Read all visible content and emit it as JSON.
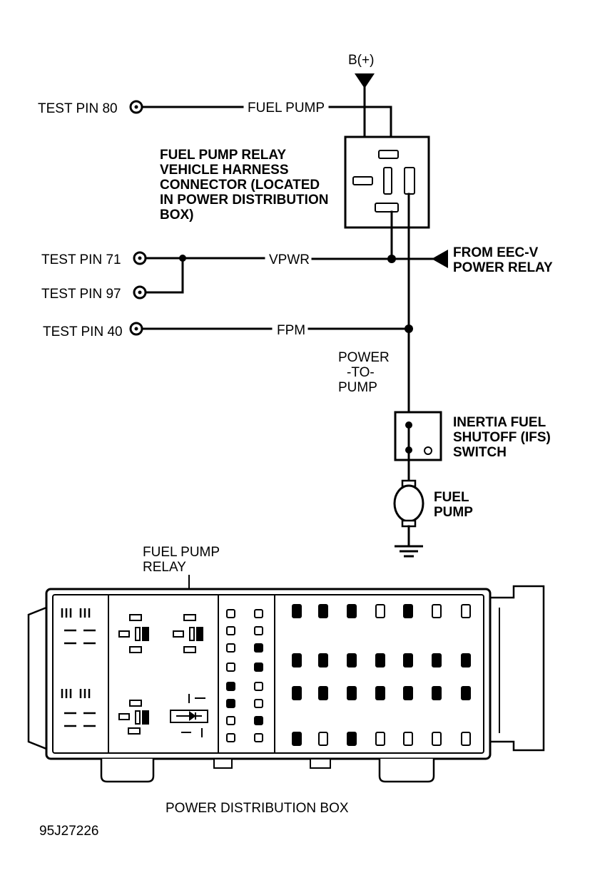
{
  "diagram": {
    "battery_label": "B(+)",
    "test_pins": {
      "pin80": "TEST PIN 80",
      "pin71": "TEST PIN 71",
      "pin97": "TEST PIN 97",
      "pin40": "TEST PIN 40"
    },
    "wires": {
      "fuel_pump": "FUEL PUMP",
      "vpwr": "VPWR",
      "fpm": "FPM",
      "power_to_pump": [
        "POWER",
        "-TO-",
        "PUMP"
      ]
    },
    "connector_label": [
      "FUEL PUMP RELAY",
      "VEHICLE HARNESS",
      "CONNECTOR (LOCATED",
      "IN POWER DISTRIBUTION",
      "BOX)"
    ],
    "eec_label": [
      "FROM EEC-V",
      "POWER RELAY"
    ],
    "ifs_label": [
      "INERTIA FUEL",
      "SHUTOFF (IFS)",
      "SWITCH"
    ],
    "pump_label": [
      "FUEL",
      "PUMP"
    ],
    "relay_callout": [
      "FUEL PUMP",
      "RELAY"
    ],
    "box_title": "POWER DISTRIBUTION BOX",
    "figure_id": "95J27226"
  }
}
